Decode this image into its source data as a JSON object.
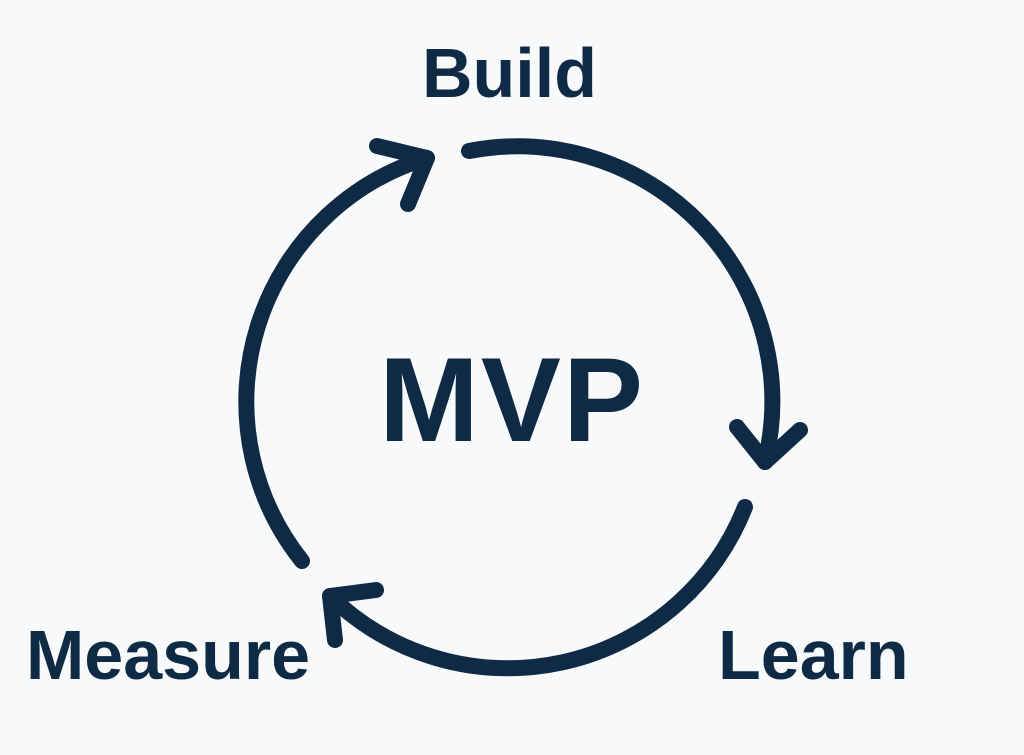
{
  "diagram": {
    "center_label": "MVP",
    "stages": {
      "build": "Build",
      "learn": "Learn",
      "measure": "Measure"
    }
  },
  "colors": {
    "background": "#f8f9fa",
    "ink": "#0e2a44"
  },
  "icons": [
    "cycle-arrow-icon"
  ]
}
